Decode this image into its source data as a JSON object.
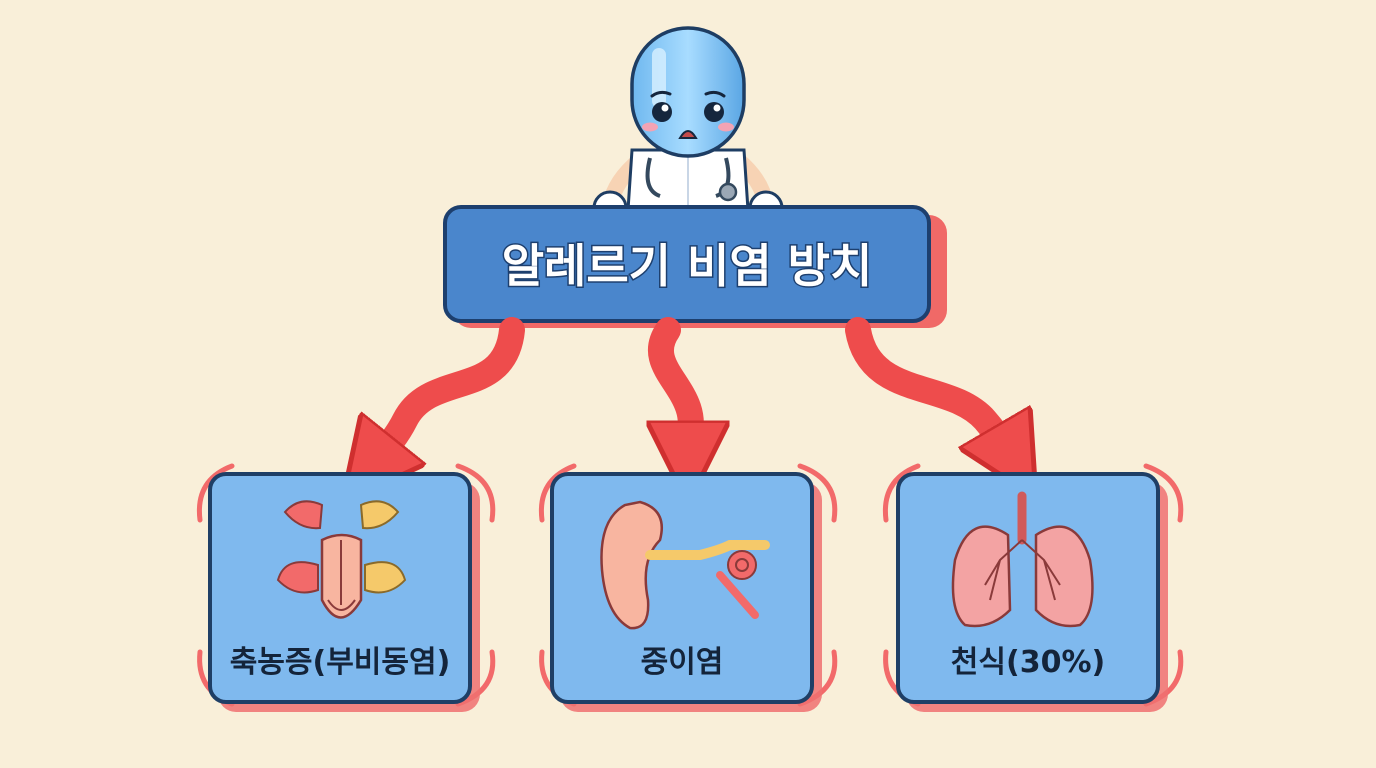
{
  "diagram": {
    "title": "알레르기 비염 방치",
    "children": [
      {
        "label": "축농증(부비동염)",
        "icon": "sinus-icon"
      },
      {
        "label": "중이염",
        "icon": "ear-icon"
      },
      {
        "label": "천식(30%)",
        "icon": "lungs-icon"
      }
    ]
  },
  "colors": {
    "background": "#f9efd9",
    "card_fill": "#7fb9ee",
    "card_border": "#1f3f66",
    "title_fill": "#4a86cc",
    "arrow": "#ee4c4c",
    "accent_red": "#f26a6a"
  }
}
